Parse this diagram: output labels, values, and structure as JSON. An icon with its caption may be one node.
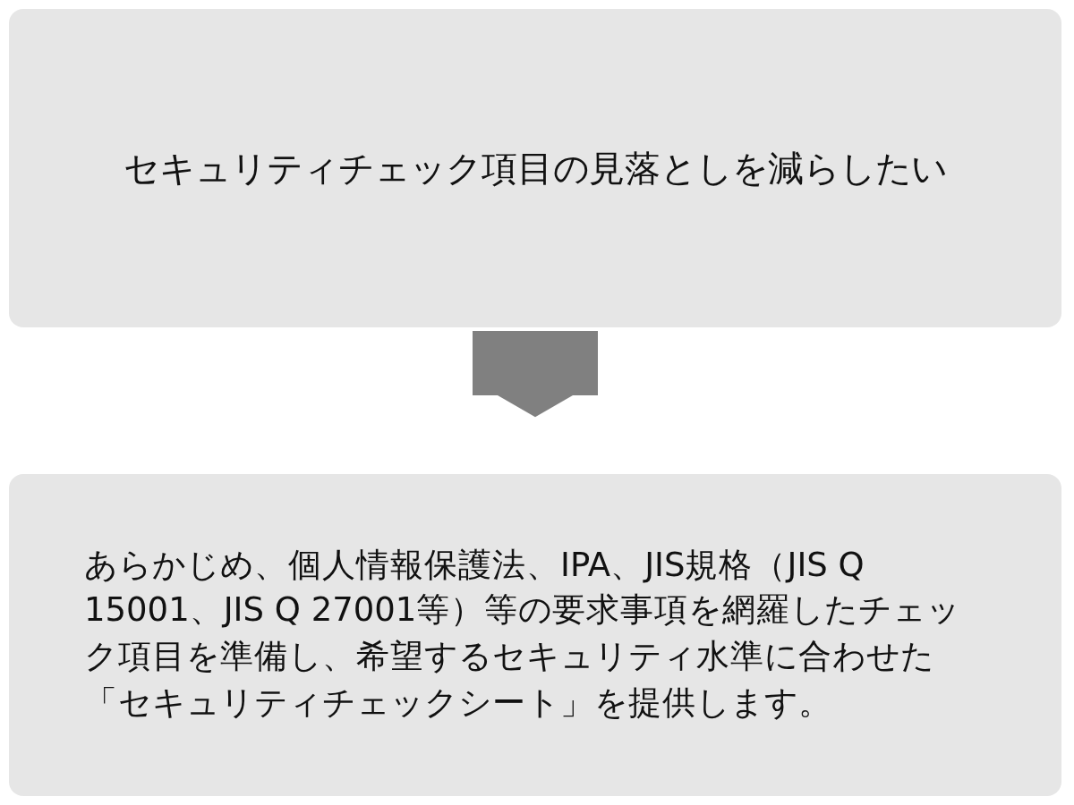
{
  "diagram": {
    "nodes": [
      {
        "text": [
          "セキュリティチェック項目の見落としを減らしたい"
        ]
      },
      {
        "text": [
          "あらかじめ、個人情報保護法、IPA、JIS規格（JIS Q 15001、JIS Q 27001等）等の要求事項を網羅したチェック項目を準備し、希望するセキュリティ水準に合わせた「セキュリティチェックシート」を提供します。"
        ]
      }
    ],
    "edges": [
      {
        "from": 0,
        "to": 1,
        "arrow": "to"
      }
    ]
  }
}
